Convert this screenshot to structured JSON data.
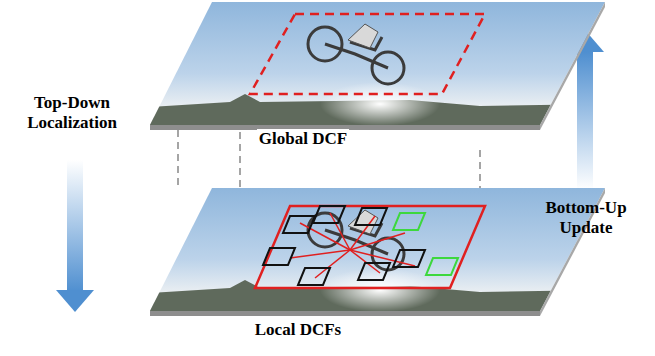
{
  "diagram": {
    "nodes": [
      {
        "text": [
          "Global DCF"
        ]
      },
      {
        "text": [
          "Local DCFs"
        ]
      }
    ],
    "edges": [
      {
        "from": 0,
        "to": 1,
        "arrow": "none"
      }
    ],
    "labels": [
      "Top-Down Localization",
      "Bottom-Up Update"
    ]
  }
}
